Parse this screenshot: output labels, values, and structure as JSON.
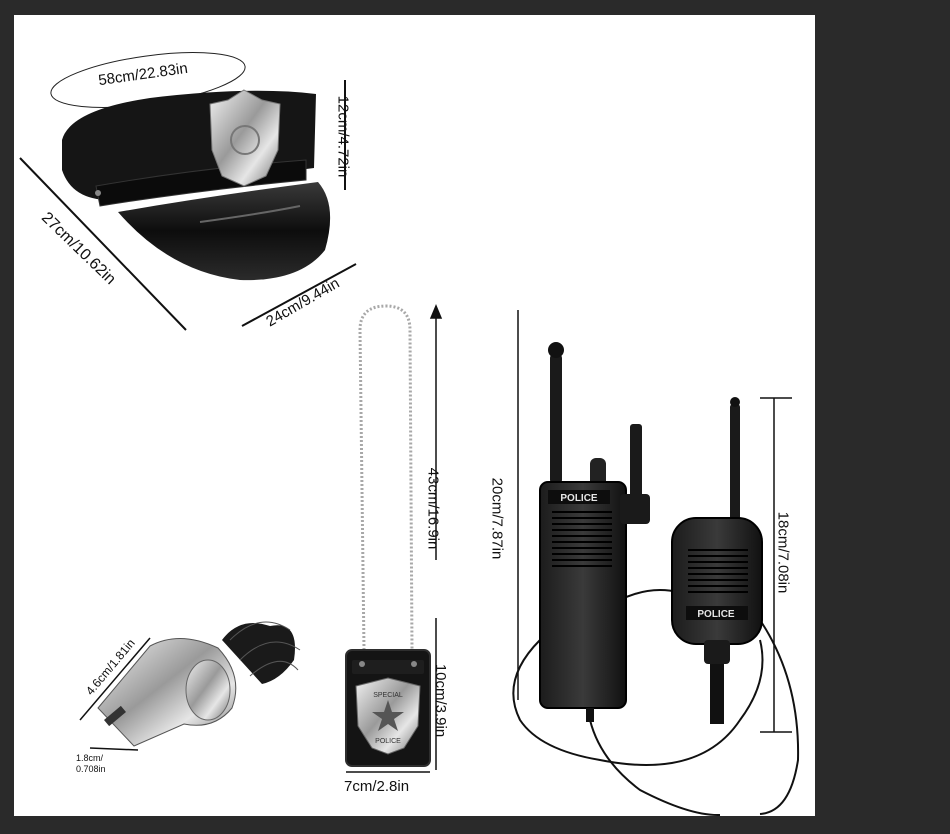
{
  "colors": {
    "frame": "#2a2a2a",
    "background": "#ffffff",
    "item": "#111111",
    "metal": "#c9c9c9",
    "line": "#111111"
  },
  "dimensions": {
    "hat_circumference": "58cm/22.83in",
    "hat_height": "12cm/4.72in",
    "hat_diagonal": "27cm/10.62in",
    "hat_brim": "24cm/9.44in",
    "chain_length": "43cm/16.9in",
    "badge_height": "10cm/3.9in",
    "badge_width": "7cm/2.8in",
    "whistle_length": "4.6cm/1.81in",
    "whistle_width_cm": "1.8cm/",
    "whistle_width_in": "0.708in",
    "radio_height": "20cm/7.87in",
    "mic_height": "18cm/7.08in"
  },
  "prints": {
    "radio_label": "POLICE",
    "mic_label": "POLICE",
    "badge_top": "SPECIAL",
    "badge_bottom": "POLICE"
  }
}
